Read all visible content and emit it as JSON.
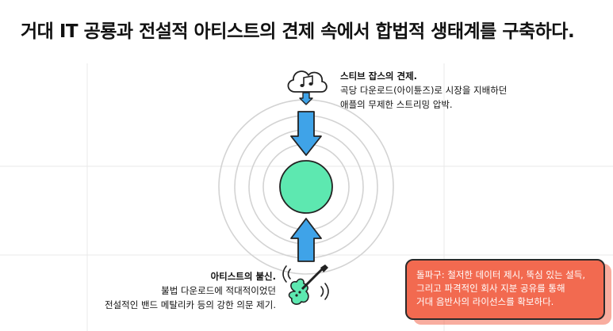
{
  "title": "거대 IT 공룡과 전설적 아티스트의 견제 속에서 합법적 생태계를 구축하다.",
  "top_pressure": {
    "heading": "스티브 잡스의 견제.",
    "lines": [
      "곡당 다운로드(아이튠즈)로 시장을 지배하던",
      "애플의 무제한 스트리밍 압박."
    ]
  },
  "bottom_pressure": {
    "heading": "아티스트의 불신.",
    "lines": [
      "불법 다운로드에 적대적이었던",
      "전설적인 밴드 메탈리카 등의 강한 의문 제기."
    ]
  },
  "breakthrough": {
    "lines": [
      "돌파구: 철저한 데이터 제시, 뚝심 있는 설득,",
      "그리고 파격적인 회사 지분 공유를 통해",
      "거대 음반사의 라이선스를 확보하다."
    ]
  },
  "colors": {
    "core": "#5de8b0",
    "arrow": "#3fa3e8",
    "callout": "#f26a50",
    "ring": "#d0d0d0"
  },
  "icons": {
    "top": "cloud-music-icon",
    "bottom": "electric-guitar-icon"
  }
}
